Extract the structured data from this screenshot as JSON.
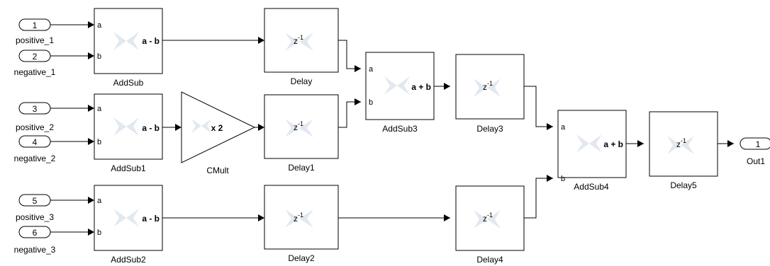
{
  "inports": [
    {
      "num": "1",
      "name": "positive_1"
    },
    {
      "num": "2",
      "name": "negative_1"
    },
    {
      "num": "3",
      "name": "positive_2"
    },
    {
      "num": "4",
      "name": "negative_2"
    },
    {
      "num": "5",
      "name": "positive_3"
    },
    {
      "num": "6",
      "name": "negative_3"
    }
  ],
  "outport": {
    "num": "1",
    "name": "Out1"
  },
  "blocks": {
    "addsub": {
      "name": "AddSub",
      "op": "a - b",
      "port_a": "a",
      "port_b": "b"
    },
    "addsub1": {
      "name": "AddSub1",
      "op": "a - b",
      "port_a": "a",
      "port_b": "b"
    },
    "addsub2": {
      "name": "AddSub2",
      "op": "a - b",
      "port_a": "a",
      "port_b": "b"
    },
    "addsub3": {
      "name": "AddSub3",
      "op": "a + b",
      "port_a": "a",
      "port_b": "b"
    },
    "addsub4": {
      "name": "AddSub4",
      "op": "a + b",
      "port_a": "a",
      "port_b": "b"
    },
    "cmult": {
      "name": "CMult",
      "op": "x 2"
    },
    "delay": {
      "name": "Delay",
      "z": "z",
      "exp": "-1"
    },
    "delay1": {
      "name": "Delay1",
      "z": "z",
      "exp": "-1"
    },
    "delay2": {
      "name": "Delay2",
      "z": "z",
      "exp": "-1"
    },
    "delay3": {
      "name": "Delay3",
      "z": "z",
      "exp": "-1"
    },
    "delay4": {
      "name": "Delay4",
      "z": "z",
      "exp": "-1"
    },
    "delay5": {
      "name": "Delay5",
      "z": "z",
      "exp": "-1"
    }
  }
}
